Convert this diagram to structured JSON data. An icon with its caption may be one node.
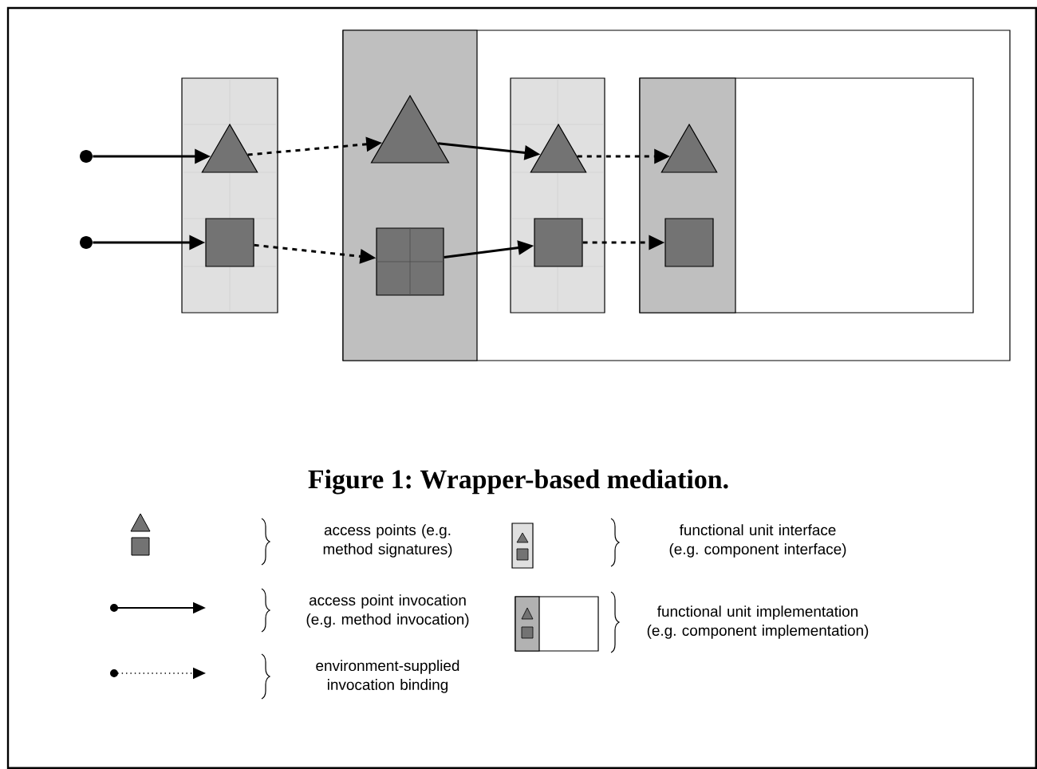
{
  "diagram": {
    "caption": "Figure 1: Wrapper-based mediation.",
    "nodes": [
      {
        "text": [],
        "shape": "box"
      },
      {
        "text": [],
        "shape": "box"
      },
      {
        "text": [],
        "shape": "box",
        "in": 1
      },
      {
        "text": [],
        "shape": "box",
        "in": 1
      },
      {
        "text": [],
        "shape": "box",
        "in": 1
      },
      {
        "text": [],
        "shape": "box",
        "in": 4
      },
      {
        "text": [],
        "shape": "circle"
      },
      {
        "text": [],
        "shape": "circle"
      },
      {
        "text": [],
        "shape": "triangle",
        "in": 0
      },
      {
        "text": [],
        "shape": "square",
        "in": 0
      },
      {
        "text": [],
        "shape": "triangle",
        "in": 2
      },
      {
        "text": [],
        "shape": "square",
        "in": 2
      },
      {
        "text": [],
        "shape": "triangle",
        "in": 3
      },
      {
        "text": [],
        "shape": "square",
        "in": 3
      },
      {
        "text": [],
        "shape": "triangle",
        "in": 5
      },
      {
        "text": [],
        "shape": "square",
        "in": 5
      }
    ],
    "edges": [
      {
        "from": 6,
        "to": 8,
        "arrow": "to"
      },
      {
        "from": 8,
        "to": 10,
        "arrow": "to",
        "style": "dashed"
      },
      {
        "from": 10,
        "to": 12,
        "arrow": "to"
      },
      {
        "from": 12,
        "to": 14,
        "arrow": "to",
        "style": "dashed"
      },
      {
        "from": 7,
        "to": 9,
        "arrow": "to"
      },
      {
        "from": 9,
        "to": 11,
        "arrow": "to",
        "style": "dashed"
      },
      {
        "from": 11,
        "to": 13,
        "arrow": "to"
      },
      {
        "from": 13,
        "to": 15,
        "arrow": "to",
        "style": "dashed"
      }
    ],
    "legend": [
      {
        "text": "access points (e.g. method signatures)"
      },
      {
        "text": "access point invocation (e.g. method invocation)"
      },
      {
        "text": "environment-supplied invocation binding"
      },
      {
        "text": "functional unit interface (e.g. component interface)"
      },
      {
        "text": "functional unit implementation (e.g. component implementation)"
      }
    ]
  }
}
